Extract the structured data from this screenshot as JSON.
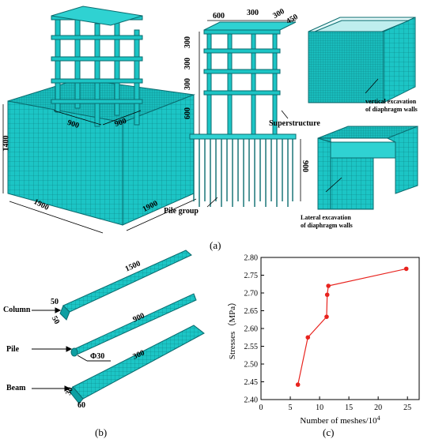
{
  "panel_a": {
    "panel_label": "(a)",
    "model": {
      "dim_height": "1400",
      "dim_length": "1900",
      "dim_width": "1900",
      "inner_dim_1": "900",
      "inner_dim_2": "900"
    },
    "frame": {
      "top_dims": [
        "600",
        "300",
        "300",
        "450"
      ],
      "story_dims": [
        "300",
        "300",
        "300",
        "600"
      ],
      "pile_dim": "900",
      "superstructure_label": "Superstructure",
      "pile_group_label": "Pile group"
    },
    "vertical_excavation_label": [
      "vertical excavation",
      "of diaphragm walls"
    ],
    "lateral_excavation_label": [
      "Lateral excavation",
      "of diaphragm walls"
    ]
  },
  "panel_b": {
    "panel_label": "(b)",
    "column": {
      "label": "Column",
      "length": "1500",
      "dim_a": "50",
      "dim_b": "50"
    },
    "pile": {
      "label": "Pile",
      "length": "900",
      "diameter": "Φ30"
    },
    "beam": {
      "label": "Beam",
      "length": "300",
      "dim_a": "30",
      "dim_b": "60"
    }
  },
  "panel_c": {
    "panel_label": "(c)"
  },
  "colors": {
    "mesh": "#1cc5c5",
    "mesh_dark": "#0e8f92",
    "mesh_line": "#0a6b6e",
    "line": "#e8231e"
  },
  "chart_data": {
    "type": "line",
    "xlabel": "Number of meshes/10^4",
    "ylabel": "Stresses（MPa）",
    "x": [
      6.3,
      8.0,
      11.2,
      11.3,
      11.5,
      24.8
    ],
    "y": [
      2.442,
      2.575,
      2.633,
      2.695,
      2.72,
      2.768
    ],
    "xlim": [
      0,
      27
    ],
    "ylim": [
      2.4,
      2.8
    ],
    "xticks": [
      "0",
      "5",
      "10",
      "15",
      "20",
      "25"
    ],
    "yticks": [
      "2.40",
      "2.45",
      "2.50",
      "2.55",
      "2.60",
      "2.65",
      "2.70",
      "2.75",
      "2.80"
    ],
    "grid": false
  }
}
